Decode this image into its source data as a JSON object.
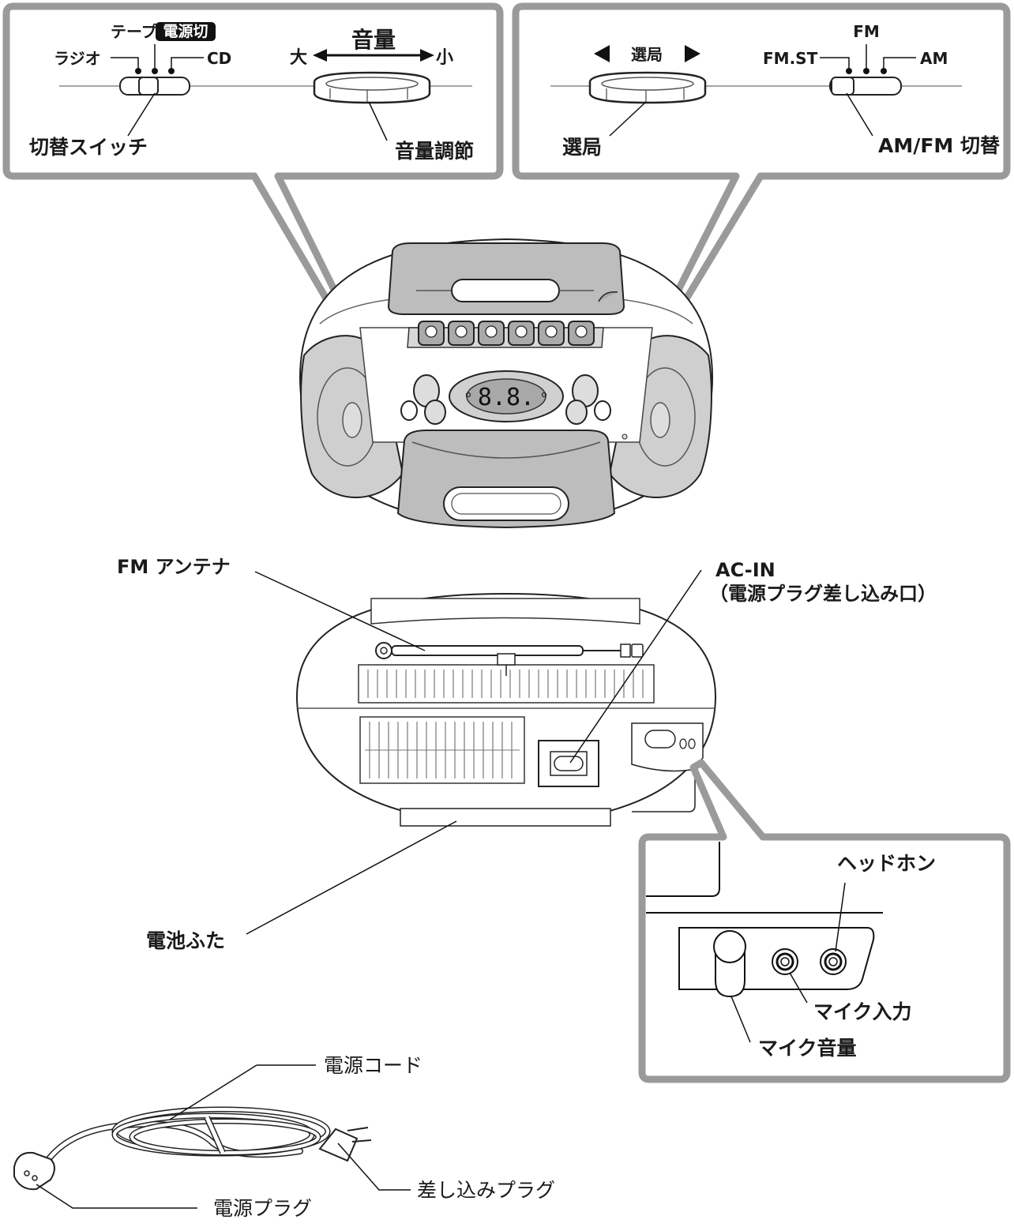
{
  "callout_top_left": {
    "mode_tape_power_off": "テープ",
    "mode_power_off_badge": "電源切",
    "mode_radio": "ラジオ",
    "mode_cd": "CD",
    "volume_title": "音量",
    "volume_max": "大",
    "volume_min": "小",
    "switch_label": "切替スイッチ",
    "volume_label": "音量調節"
  },
  "callout_top_right": {
    "tuning_title": "選局",
    "tuning_label": "選局",
    "band_fm": "FM",
    "band_fmst": "FM.ST",
    "band_am": "AM",
    "band_switch_label": "AM/FM 切替"
  },
  "front_display": {
    "digits": "8.8."
  },
  "rear": {
    "fm_antenna": "FM アンテナ",
    "ac_in": "AC-IN",
    "ac_in_note": "（電源プラグ差し込み口）",
    "battery_cover": "電池ふた"
  },
  "callout_bottom_right": {
    "headphone": "ヘッドホン",
    "mic_input": "マイク入力",
    "mic_volume": "マイク音量"
  },
  "cord": {
    "power_cord": "電源コード",
    "wall_plug": "差し込みプラグ",
    "power_plug": "電源プラグ"
  }
}
